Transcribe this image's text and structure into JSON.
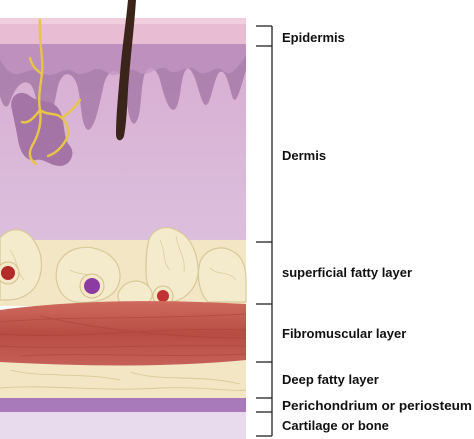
{
  "layers": [
    {
      "label": "Epidermis"
    },
    {
      "label": "Dermis"
    },
    {
      "label": "superficial fatty layer"
    },
    {
      "label": "Fibromuscular layer"
    },
    {
      "label": "Deep fatty layer"
    },
    {
      "label": "Perichondrium or periosteum"
    },
    {
      "label": "Cartilage or bone"
    }
  ],
  "colors": {
    "epidermis": "#e6b8cf",
    "dermis": "#d9b5d6",
    "dermis_dark": "#9c6d9f",
    "hair": "#3a2418",
    "nerve": "#e7c24a",
    "fat": "#f3e8c6",
    "fat_outline": "#d8c89a",
    "muscle": "#c7574d",
    "muscle_dark": "#a8433b",
    "perichondrium": "#a878b9",
    "bone": "#e9dcef",
    "vessel_red": "#b42a2a",
    "vessel_purple": "#8a3aa0"
  }
}
